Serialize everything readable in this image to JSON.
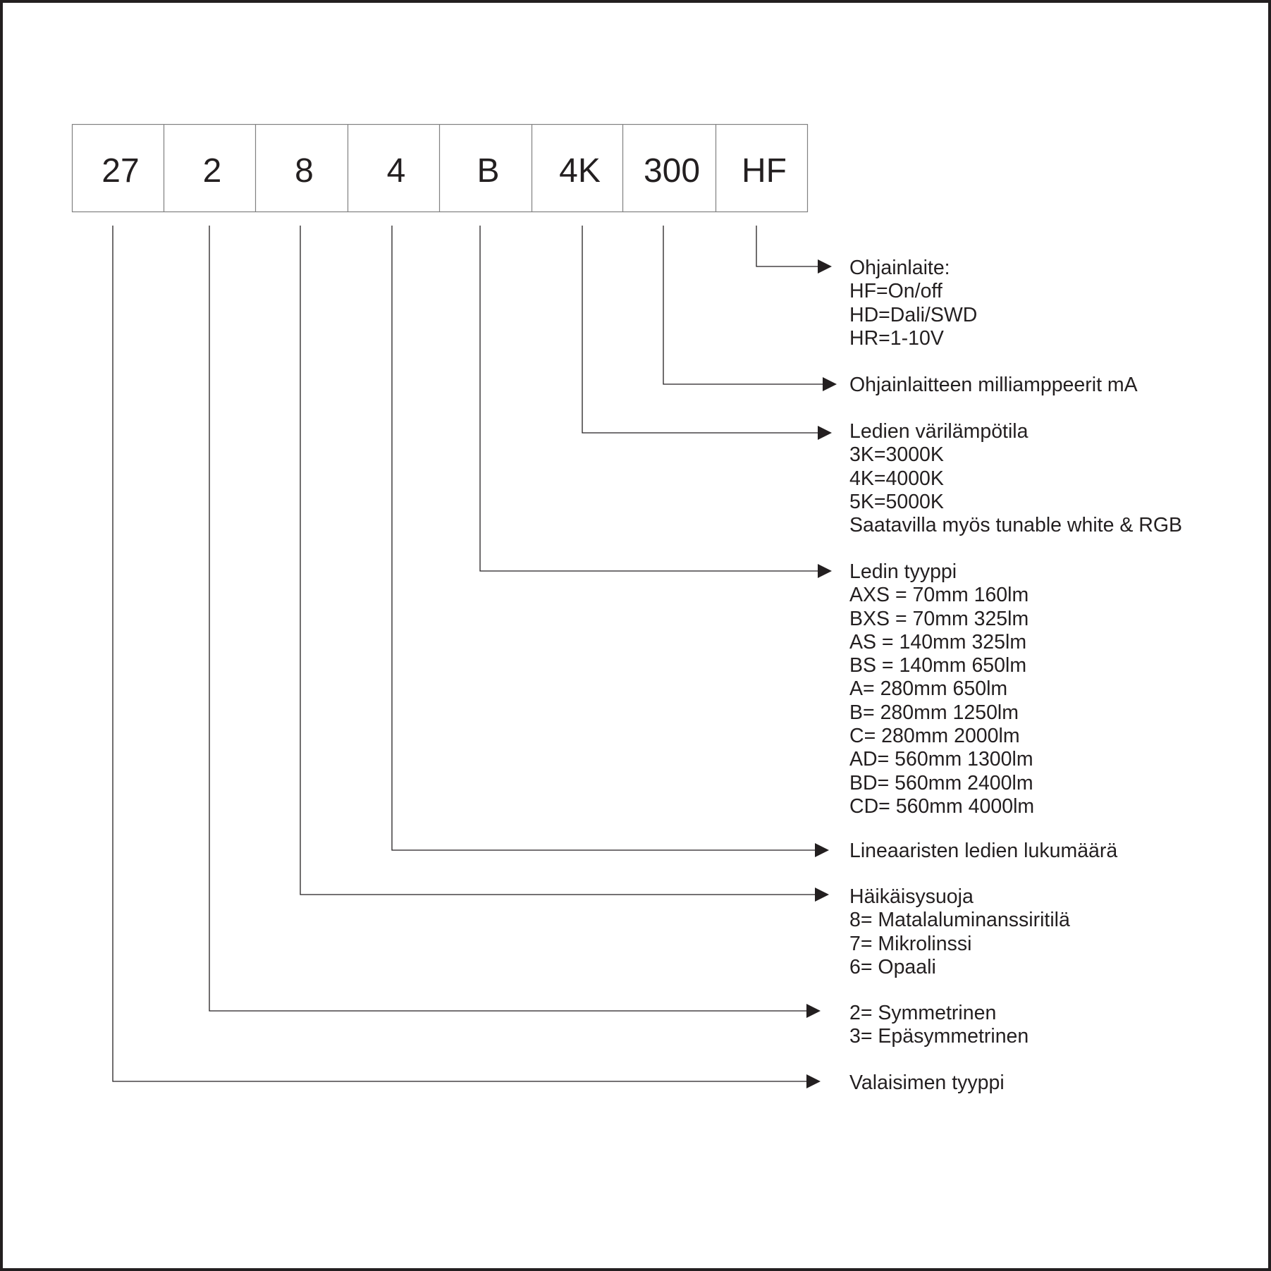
{
  "code_segments": [
    "27",
    "2",
    "8",
    "4",
    "B",
    "4K",
    "300",
    "HF"
  ],
  "descriptions": {
    "hf": [
      "Ohjainlaite:",
      "HF=On/off",
      "HD=Dali/SWD",
      "HR=1-10V"
    ],
    "current": [
      "Ohjainlaitteen milliamppeerit mA"
    ],
    "color_temp": [
      "Ledien värilämpötila",
      "3K=3000K",
      "4K=4000K",
      "5K=5000K",
      "Saatavilla myös tunable white & RGB"
    ],
    "led_type": [
      "Ledin tyyppi",
      "AXS = 70mm 160lm",
      "BXS = 70mm 325lm",
      "AS = 140mm 325lm",
      "BS = 140mm 650lm",
      "A= 280mm 650lm",
      "B= 280mm 1250lm",
      "C= 280mm 2000lm",
      "AD= 560mm 1300lm",
      "BD= 560mm 2400lm",
      "CD= 560mm 4000lm"
    ],
    "led_count": [
      "Lineaaristen ledien lukumäärä"
    ],
    "glare": [
      "Häikäisysuoja",
      "8= Matalaluminanssiritilä",
      "7= Mikrolinssi",
      "6= Opaali"
    ],
    "symmetry": [
      "2= Symmetrinen",
      "3= Epäsymmetrinen"
    ],
    "luminaire": [
      "Valaisimen tyyppi"
    ]
  },
  "colors": {
    "ink": "#231f20",
    "box_border": "#808080",
    "background": "#ffffff"
  }
}
